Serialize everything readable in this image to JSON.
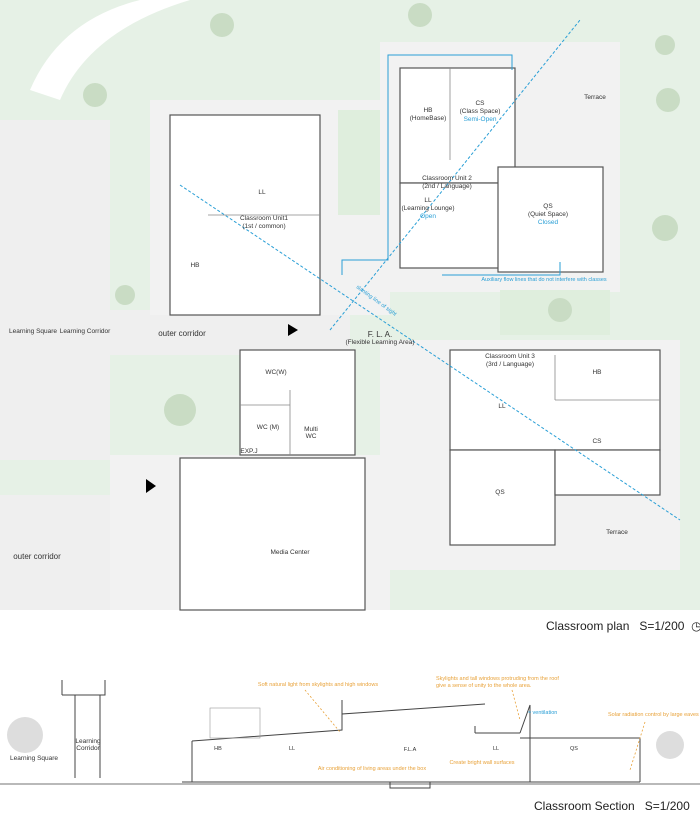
{
  "plan": {
    "title": "Classroom plan",
    "scale": "S=1/200",
    "north_icon": "north-arrow-icon",
    "labels": {
      "learning_square": "Learning Square",
      "learning_corridor": "Learning Corridor",
      "outer_corridor": "outer corridor",
      "outer_corridor_lower": "outer corridor",
      "unit1_ll": "LL",
      "unit1_title": "Classroom Unit1",
      "unit1_sub": "(1st / common)",
      "unit1_hb": "HB",
      "fla": "F. L. A.",
      "fla_sub": "(Flexible Learning Area)",
      "wc_w": "WC(W)",
      "wc_m": "WC (M)",
      "multi_wc": "Multi WC",
      "expj": "EXP.J",
      "media_center": "Media Center",
      "unit2_hb": "HB",
      "unit2_hb_sub": "(HomeBase)",
      "unit2_cs": "CS",
      "unit2_cs_sub": "(Class Space)",
      "unit2_cs_state": "Semi-Open",
      "unit2_title": "Classroom Unit 2",
      "unit2_sub": "(2nd / Language)",
      "unit2_ll": "LL",
      "unit2_ll_sub": "(Learning Lounge)",
      "unit2_ll_state": "Open",
      "unit2_qs": "QS",
      "unit2_qs_sub": "(Quiet Space)",
      "unit2_qs_state": "Closed",
      "terrace_top": "Terrace",
      "auxiliary": "Auxiliary flow lines that do not interfere with classes",
      "slanting": "slanting line of sight",
      "unit3_title": "Classroom Unit 3",
      "unit3_sub": "(3rd / Language)",
      "unit3_hb": "HB",
      "unit3_ll": "LL",
      "unit3_cs": "CS",
      "unit3_qs": "QS",
      "terrace_bottom": "Terrace"
    }
  },
  "section": {
    "title": "Classroom Section",
    "scale": "S=1/200",
    "labels": {
      "learning_square": "Learning Square",
      "learning_corridor": "Learning Corridor",
      "hb": "HB",
      "ll1": "LL",
      "fla": "F.L.A",
      "ll2": "LL",
      "qs": "QS"
    },
    "notes": {
      "soft_light": "Soft natural light from skylights and high windows",
      "skylights_1": "Skylights and tall windows protruding from the roof",
      "skylights_2": "give a sense of unity to the whole area.",
      "ventilation": "≈ ventilation",
      "solar": "Solar radiation control by large eaves",
      "air": "Air conditioning of living areas under the box",
      "bright": "Create bright wall surfaces"
    }
  },
  "colors": {
    "green": "#e6f1e6",
    "floor": "#efefef",
    "accent": "#2a9fd6",
    "note": "#e8a23a"
  }
}
